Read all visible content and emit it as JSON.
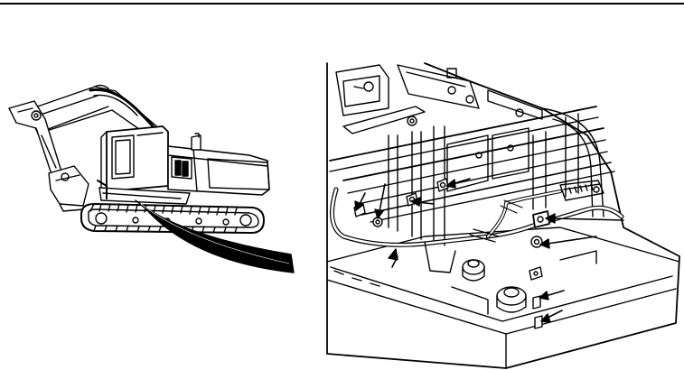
{
  "page": {
    "background": "#ffffff",
    "ink": "#000000"
  },
  "figures": [
    {
      "id": "excavator-overview",
      "arrows": 0
    },
    {
      "id": "harness-detail",
      "arrows": 9
    }
  ]
}
